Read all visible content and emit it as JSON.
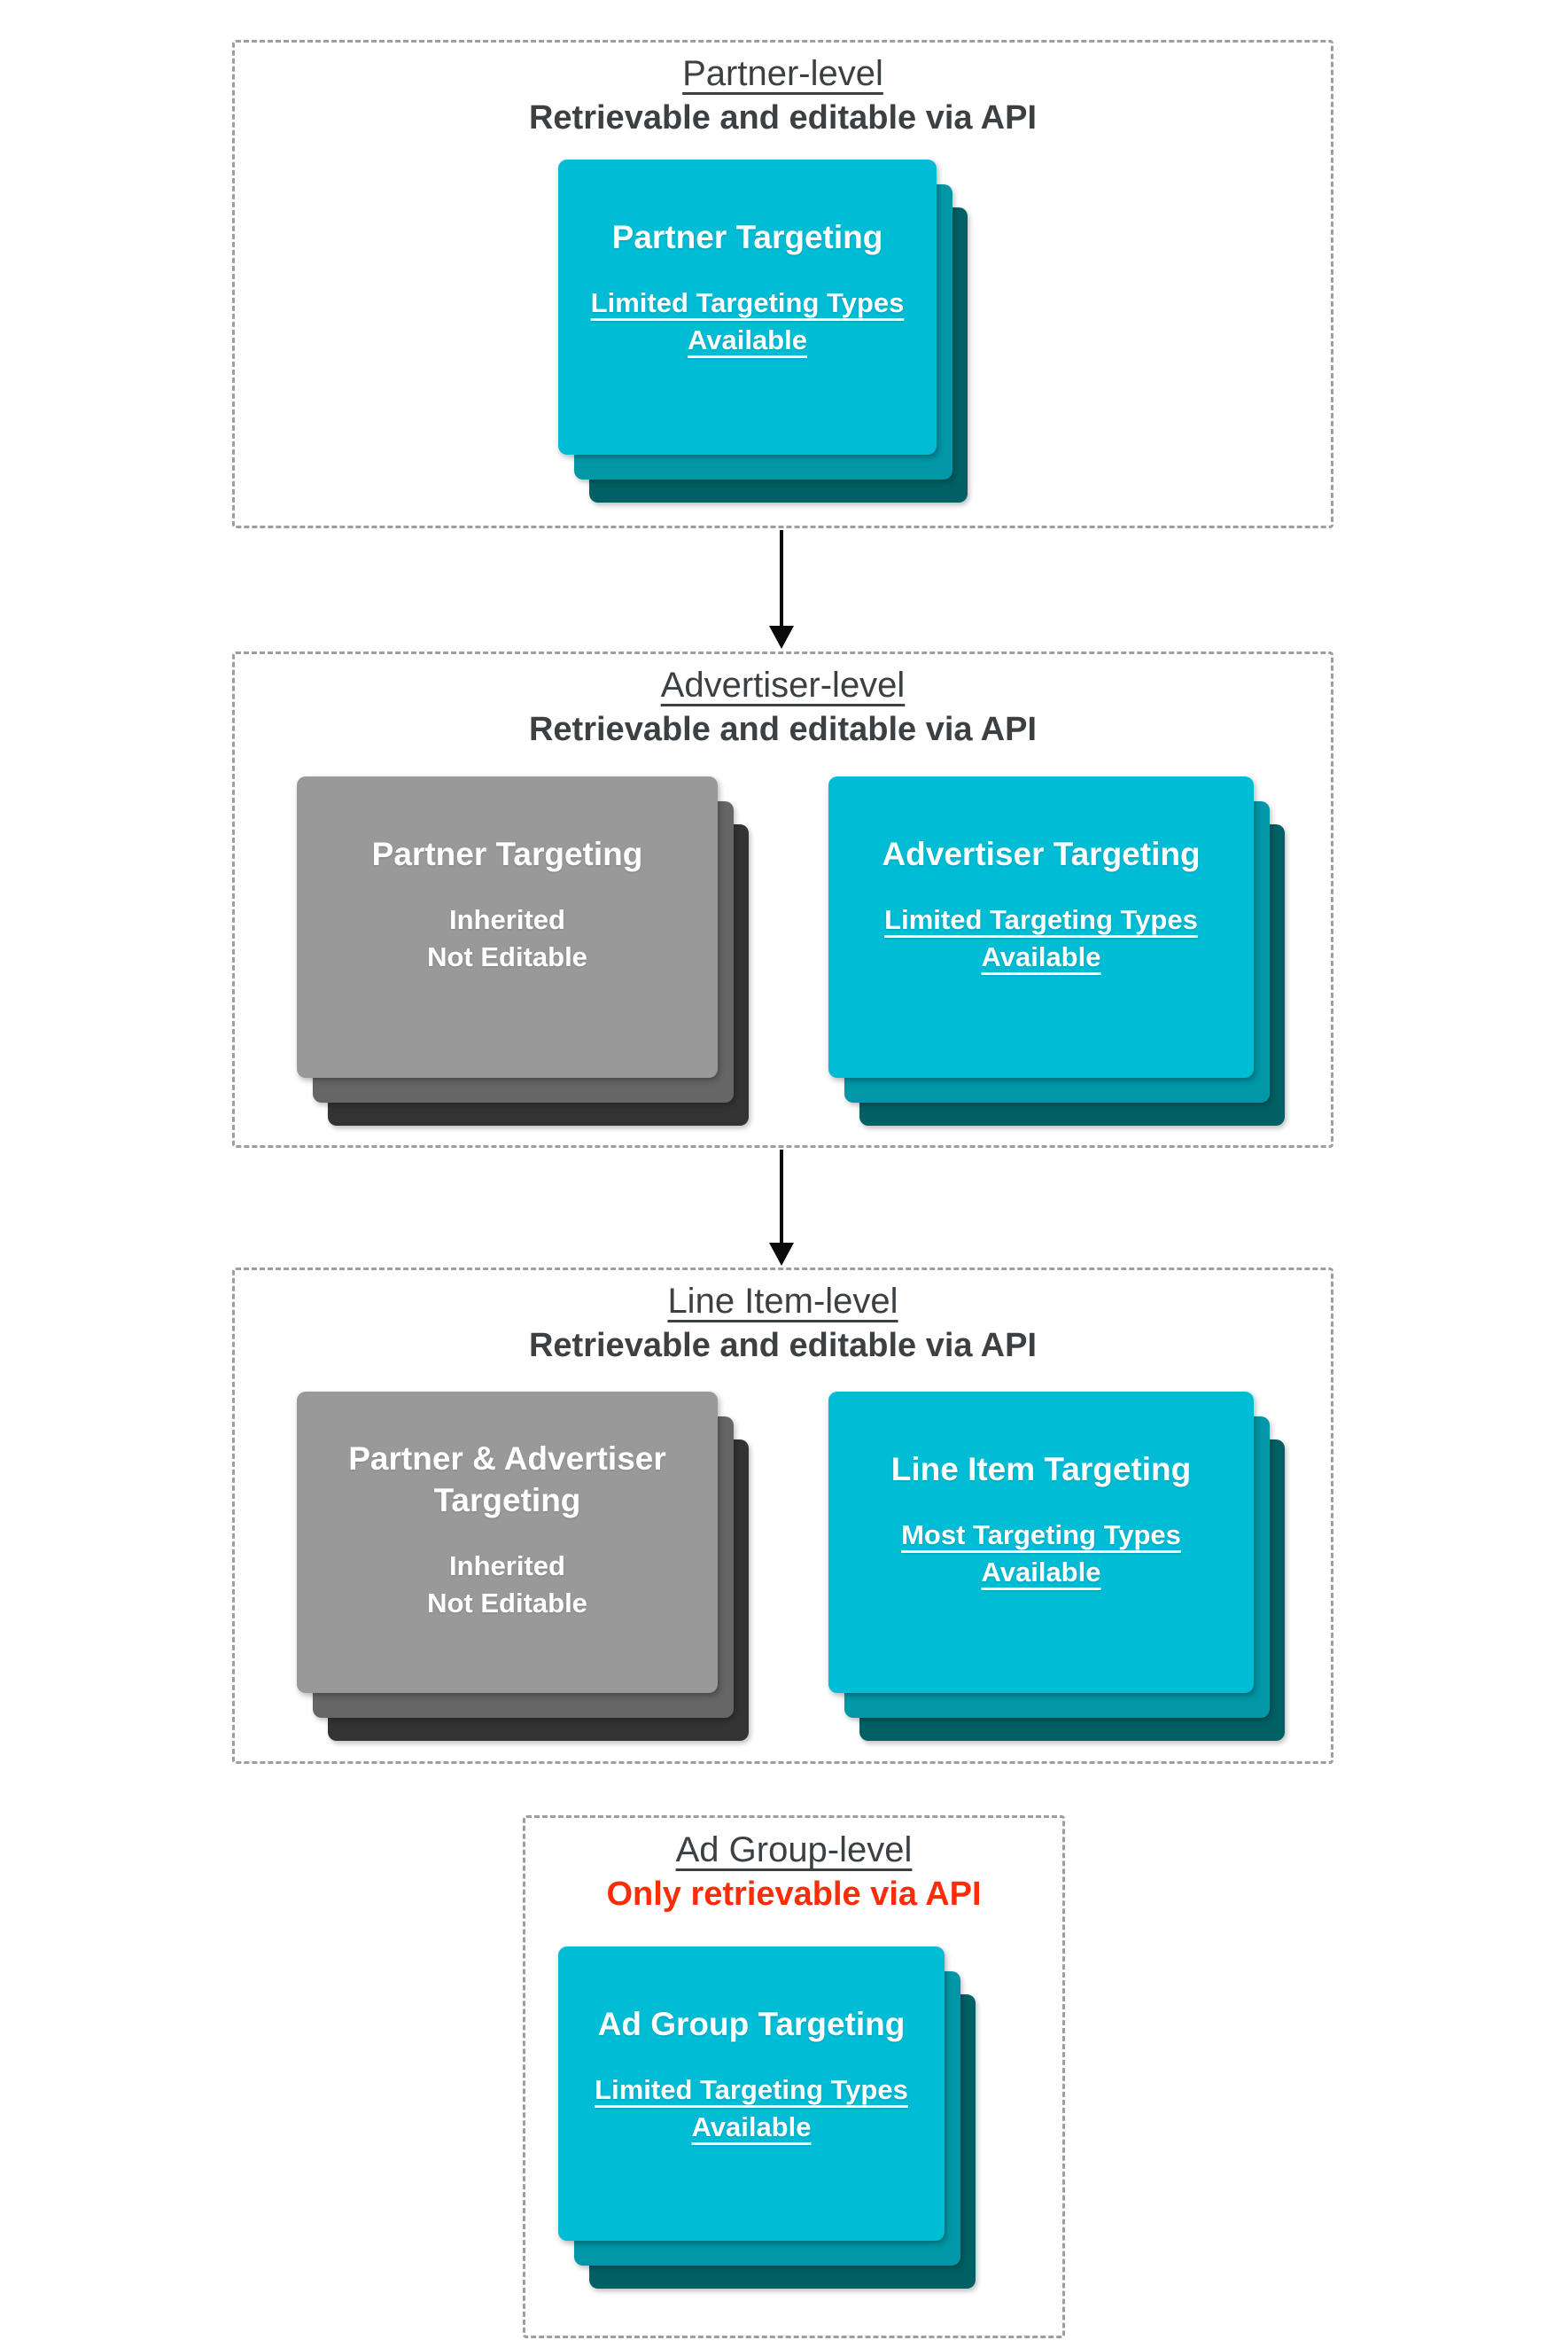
{
  "diagram": "Targeting hierarchy levels and API editability",
  "colors": {
    "card_teal_front": "#00bcd4",
    "card_teal_mid": "#0097a7",
    "card_teal_back": "#006064",
    "card_gray_front": "#999999",
    "card_gray_mid": "#666666",
    "card_gray_back": "#333333",
    "heading_text": "#3d4043",
    "warning_red": "#fb2d09",
    "card_text": "#ffffff",
    "dashed_border": "#9e9e9e",
    "arrow": "#0b0b0b"
  },
  "sections": [
    {
      "title": "Partner-level",
      "subtitle": "Retrievable and editable via API",
      "cards": [
        {
          "variant": "teal",
          "title": "Partner Targeting",
          "body_line1": "Limited Targeting Types",
          "body_line2": "Available",
          "body_underlined": true
        }
      ]
    },
    {
      "title": "Advertiser-level",
      "subtitle": "Retrievable and editable via API",
      "cards": [
        {
          "variant": "gray",
          "title": "Partner Targeting",
          "body_line1": "Inherited",
          "body_line2": "Not Editable",
          "body_underlined": false
        },
        {
          "variant": "teal",
          "title": "Advertiser Targeting",
          "body_line1": "Limited Targeting Types",
          "body_line2": "Available",
          "body_underlined": true
        }
      ]
    },
    {
      "title": "Line Item-level",
      "subtitle": "Retrievable and editable via API",
      "cards": [
        {
          "variant": "gray",
          "title": "Partner & Advertiser Targeting",
          "body_line1": "Inherited",
          "body_line2": "Not Editable",
          "body_underlined": false
        },
        {
          "variant": "teal",
          "title": "Line Item Targeting",
          "body_line1": "Most Targeting Types",
          "body_line2": "Available",
          "body_underlined": true
        }
      ]
    },
    {
      "title": "Ad Group-level",
      "subtitle": "Only retrievable via API",
      "cards": [
        {
          "variant": "teal",
          "title": "Ad Group Targeting",
          "body_line1": "Limited Targeting Types",
          "body_line2": "Available",
          "body_underlined": true
        }
      ]
    }
  ]
}
